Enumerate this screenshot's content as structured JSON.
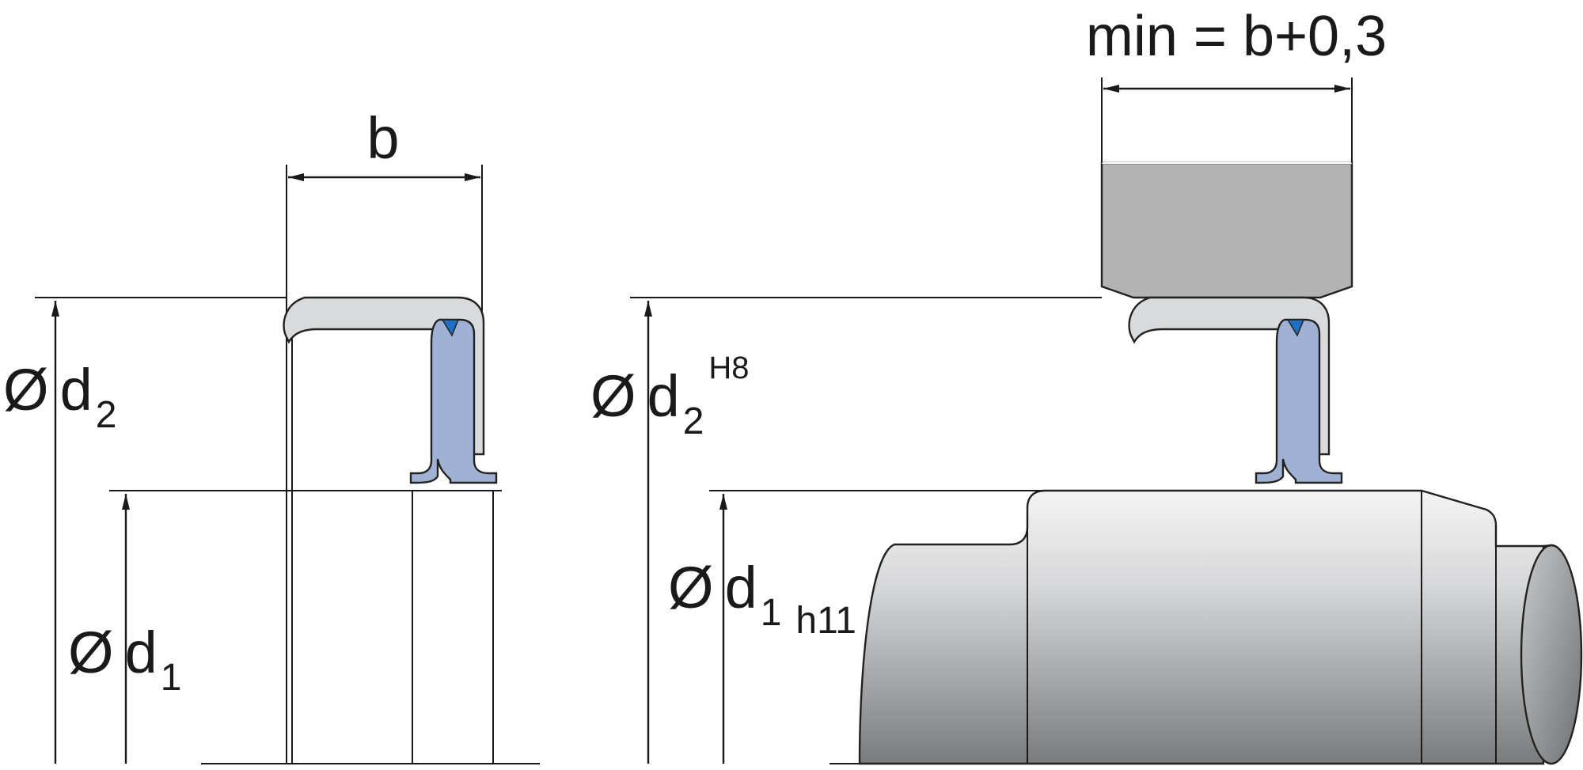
{
  "left_view": {
    "width_label": "b",
    "outer_diameter": {
      "symbol": "Ø",
      "letter": "d",
      "index": "2"
    },
    "inner_diameter": {
      "symbol": "Ø",
      "letter": "d",
      "index": "1"
    }
  },
  "right_view": {
    "width_label": "min = b+0,3",
    "outer_diameter": {
      "symbol": "Ø",
      "letter": "d",
      "index": "2",
      "tolerance": "H8"
    },
    "inner_diameter": {
      "symbol": "Ø",
      "letter": "d",
      "index": "1",
      "tolerance": "h11"
    }
  },
  "colors": {
    "metal_case": "#d9dadb",
    "elastomer_lip": "#9fb2d4",
    "spring": "#1f6fc2",
    "housing": "#b3b3b3",
    "shaft": "#cfd0d1"
  }
}
